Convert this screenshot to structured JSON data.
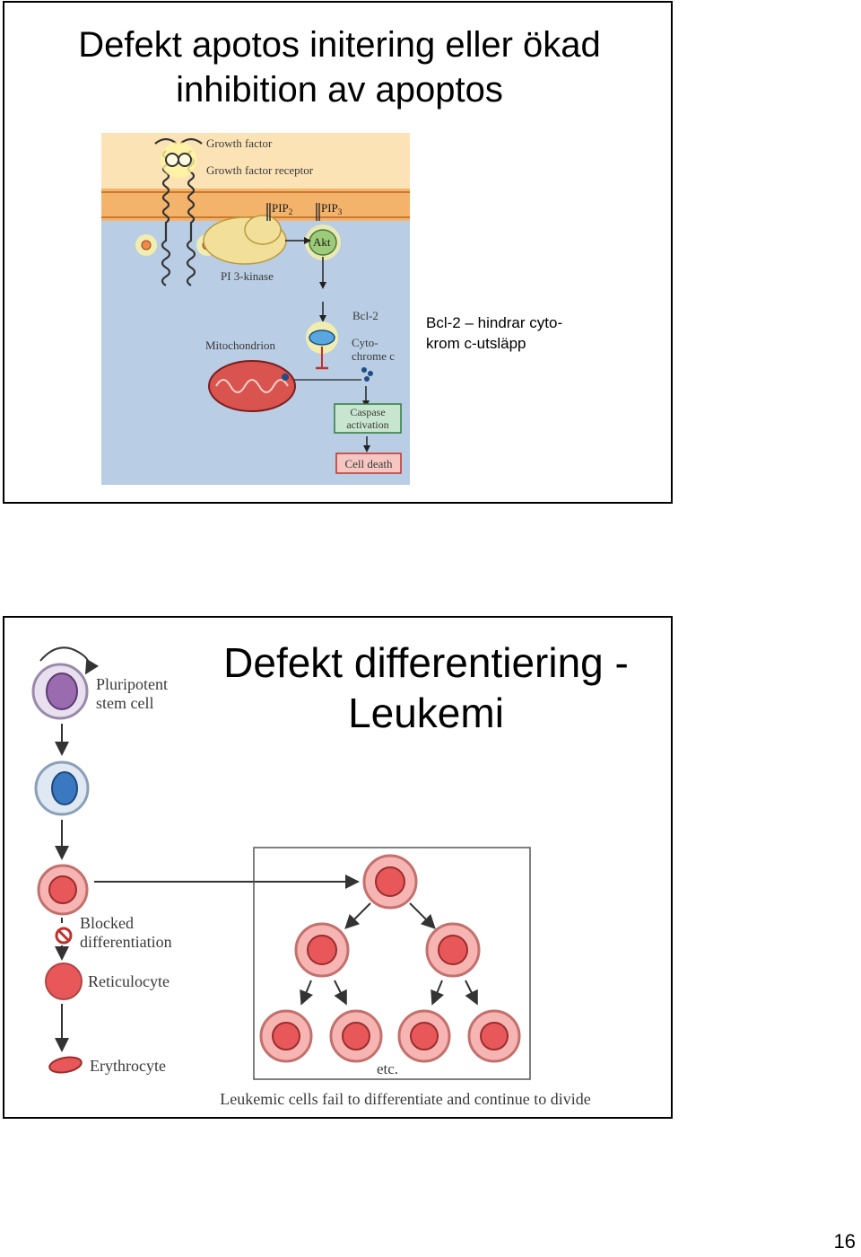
{
  "slide1": {
    "title_line1": "Defekt apotos initering eller ökad",
    "title_line2": "inhibition av apoptos",
    "note_line1": "Bcl-2 – hindrar cyto-",
    "note_line2": "krom c-utsläpp",
    "figure": {
      "growth_factor": "Growth factor",
      "growth_factor_receptor": "Growth factor receptor",
      "pip2": "PIP",
      "pip2_sub": "2",
      "pip3": "PIP",
      "pip3_sub": "3",
      "akt": "Akt",
      "pi3kinase": "PI 3-kinase",
      "bcl2": "Bcl-2",
      "mitochondrion": "Mitochondrion",
      "cytochrome_line1": "Cyto-",
      "cytochrome_line2": "chrome c",
      "caspase_line1": "Caspase",
      "caspase_line2": "activation",
      "cell_death": "Cell death",
      "colors": {
        "extracellular": "#fbe3b6",
        "membrane": "#f4b36a",
        "cytoplasm": "#b9cde4",
        "mitochondrion": "#d9534f",
        "akt": "#9ecb7a",
        "pi3k": "#f2df9a",
        "box_green_fill": "#c8e6cf",
        "box_red_fill": "#f6c6c2"
      }
    }
  },
  "slide2": {
    "title_line1": "Defekt differentiering -",
    "title_line2": "Leukemi",
    "figure": {
      "pluripotent_line1": "Pluripotent",
      "pluripotent_line2": "stem cell",
      "blocked_line1": "Blocked",
      "blocked_line2": "differentiation",
      "reticulocyte": "Reticulocyte",
      "erythrocyte": "Erythrocyte",
      "etc": "etc.",
      "caption": "Leukemic cells fail to differentiate and continue to divide",
      "colors": {
        "stem_cell": "#9b6bb0",
        "progenitor": "#3a78c2",
        "red_cell": "#e8585a"
      }
    }
  },
  "page_number": "16"
}
